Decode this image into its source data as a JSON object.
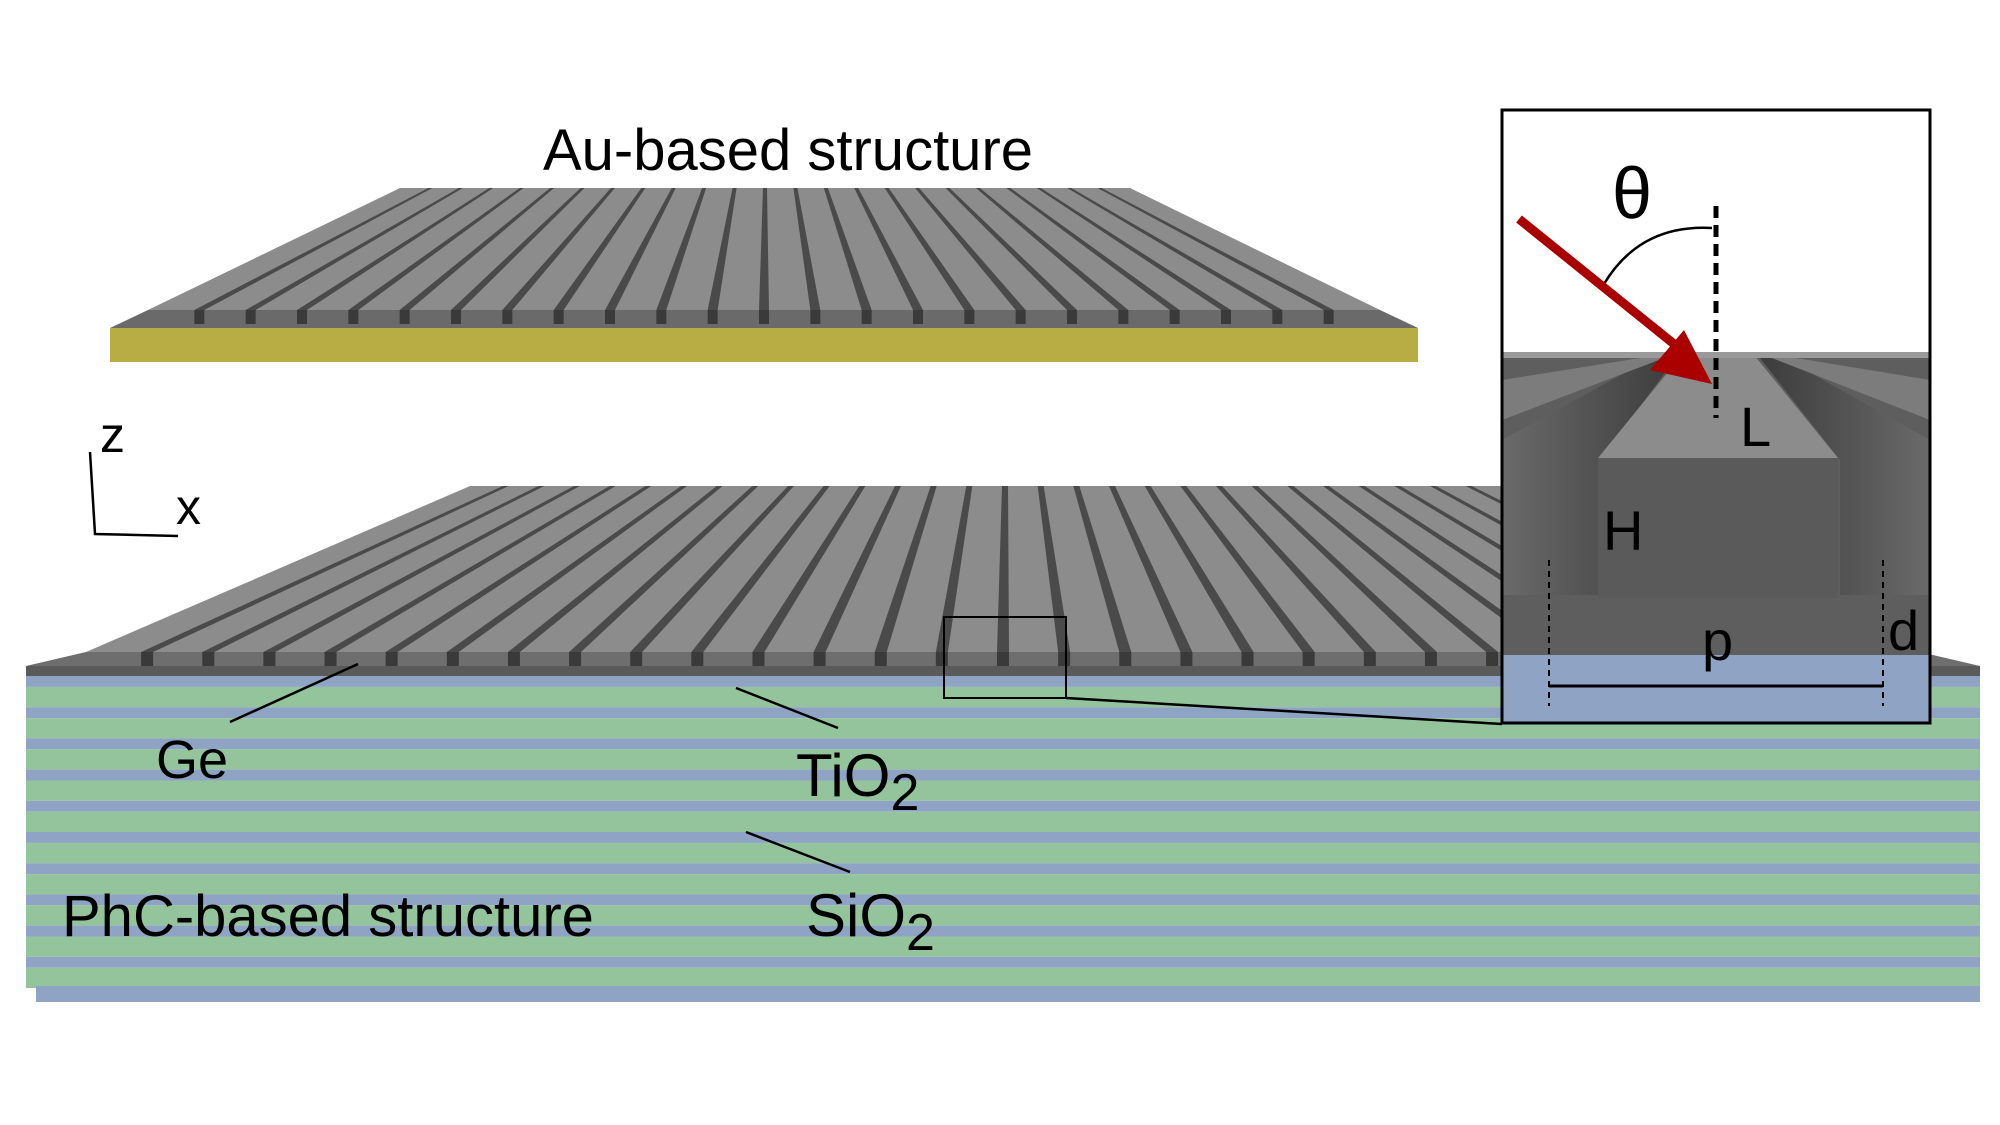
{
  "title": "Au-based structure",
  "structure_label": "PhC-based structure",
  "materials": {
    "ge": "Ge",
    "tio2_base": "TiO",
    "tio2_sub": "2",
    "sio2_base": "SiO",
    "sio2_sub": "2"
  },
  "axes": {
    "z": "z",
    "x": "x"
  },
  "inset": {
    "theta": "θ",
    "L": "L",
    "H": "H",
    "p": "p",
    "d": "d"
  },
  "colors": {
    "ge_top": "#8a8a8a",
    "ge_groove": "#4a4a4a",
    "ge_front": "#5e5e5e",
    "gold": "#b7ad44",
    "tio2": "#8fa3c4",
    "sio2": "#94c49c",
    "arrow": "#aa0000"
  },
  "grating": {
    "top_ridges": 24,
    "bottom_ridges": 30
  },
  "phc_layers": 10
}
